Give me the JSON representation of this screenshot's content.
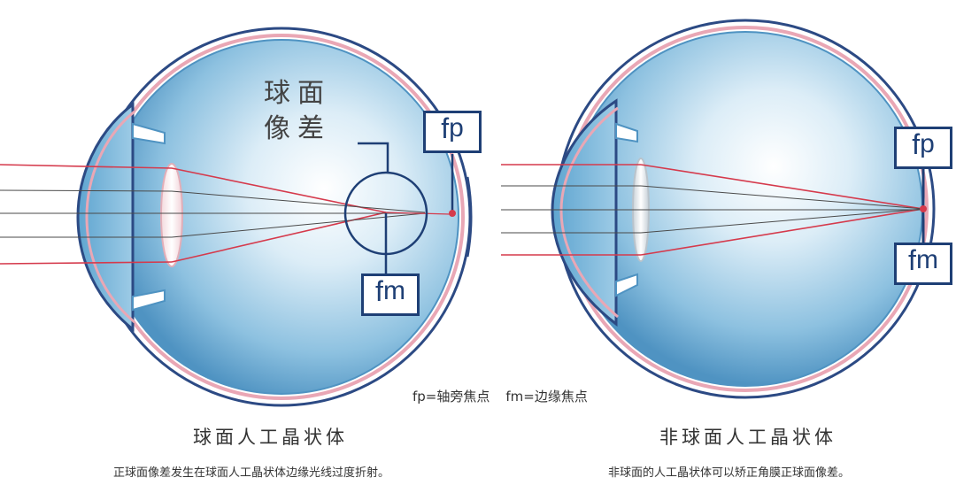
{
  "left_eye": {
    "region_label": "球面\n像差",
    "fp_main": "f",
    "fp_sub": "p",
    "fm_main": "f",
    "fm_sub": "m",
    "title": "球面人工晶状体",
    "description": "正球面像差发生在球面人工晶状体边缘光线过度折射。"
  },
  "right_eye": {
    "fp_main": "f",
    "fp_sub": "p",
    "fm_main": "f",
    "fm_sub": "m",
    "title": "非球面人工晶状体",
    "description": "非球面的人工晶状体可以矫正角膜正球面像差。"
  },
  "legend": {
    "fp_text": "fp=轴旁焦点",
    "fm_text": "fm=边缘焦点"
  },
  "colors": {
    "ray_red": "#d53a4c",
    "ray_grey": "#4a4a4a",
    "navy": "#1e3f75",
    "sclera_pink": "#e9a7b5",
    "eye_blue": "#4f9cc9"
  }
}
